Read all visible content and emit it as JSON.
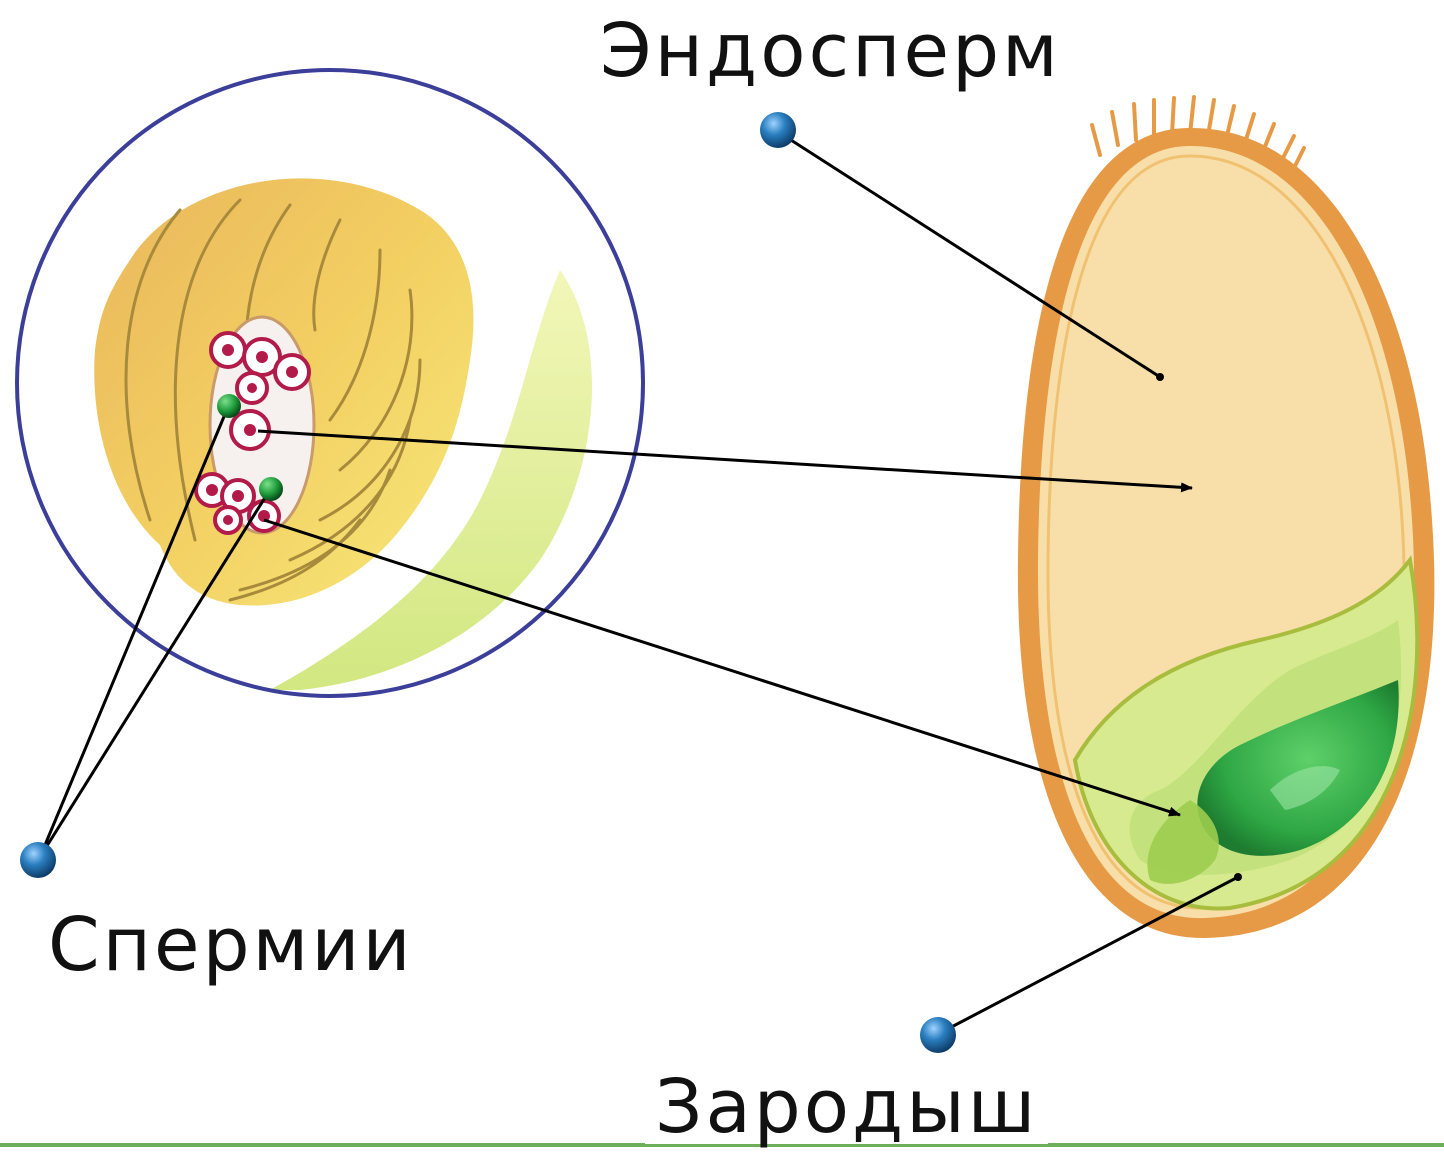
{
  "labels": {
    "endosperm": "Эндосперм",
    "sperm": "Спермии",
    "embryo": "Зародыш"
  },
  "colors": {
    "ovule_ring": "#3b3f9a",
    "seed_coat": "#e79a45",
    "endosperm_fill": "#f8dfa9",
    "embryo_green": "#38b44a",
    "scutellum_green": "#d8ea8f",
    "marker_blue": "#2a7fc0",
    "sperm_green": "#1d9a3a",
    "cell_red": "#b21a4a",
    "bottom_rule": "#6fae5a"
  }
}
